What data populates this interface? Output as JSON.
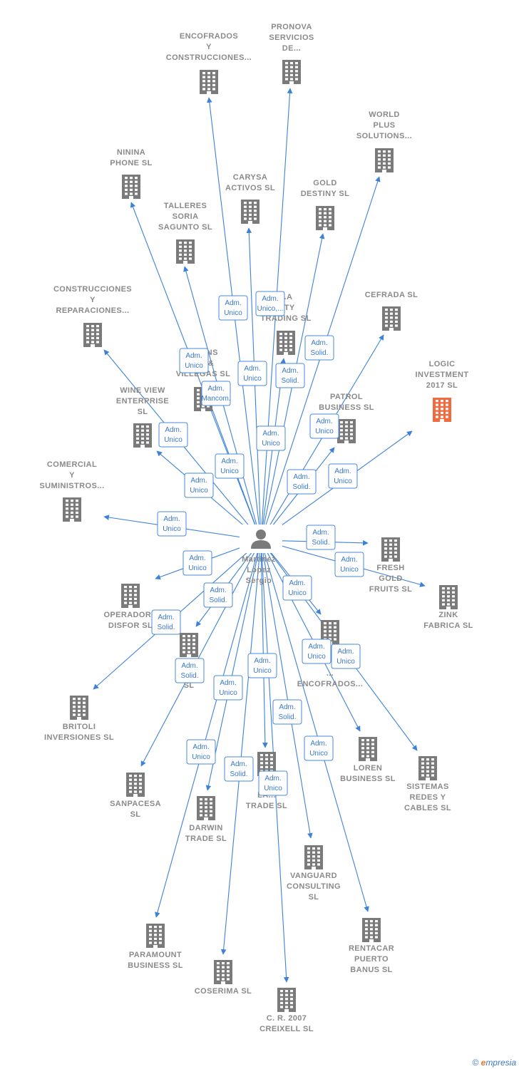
{
  "center": {
    "label_lines": [
      "Martinez",
      "Lopez",
      "Sergio"
    ],
    "icon": "person-icon"
  },
  "colors": {
    "building": "#7a7a7a",
    "highlight": "#f26a3d",
    "edge": "#3d82d8",
    "label": "#8a8a8a"
  },
  "nodes": [
    {
      "id": "encofrados_y",
      "lines": [
        "ENCOFRADOS",
        "Y",
        "CONSTRUCCIONES..."
      ],
      "highlight": false
    },
    {
      "id": "pronova",
      "lines": [
        "PRONOVA",
        "SERVICIOS",
        "DE..."
      ],
      "highlight": false
    },
    {
      "id": "world_plus",
      "lines": [
        "WORLD",
        "PLUS",
        "SOLUTIONS..."
      ],
      "highlight": false
    },
    {
      "id": "ninina",
      "lines": [
        "NININA",
        "PHONE  SL"
      ],
      "highlight": false
    },
    {
      "id": "carysa",
      "lines": [
        "CARYSA",
        "ACTIVOS  SL"
      ],
      "highlight": false
    },
    {
      "id": "gold_destiny",
      "lines": [
        "GOLD",
        "DESTINY  SL"
      ],
      "highlight": false
    },
    {
      "id": "talleres",
      "lines": [
        "TALLERES",
        "SORIA",
        "SAGUNTO  SL"
      ],
      "highlight": false
    },
    {
      "id": "construcciones_rep",
      "lines": [
        "CONSTRUCCIONES",
        "Y",
        "REPARACIONES..."
      ],
      "highlight": false
    },
    {
      "id": "cefrada",
      "lines": [
        "CEFRADA SL"
      ],
      "highlight": false
    },
    {
      "id": "quality_trading",
      "lines": [
        "...A",
        "...TY",
        "TRADING SL"
      ],
      "highlight": false
    },
    {
      "id": "logic",
      "lines": [
        "LOGIC",
        "INVESTMENT",
        "2017  SL"
      ],
      "highlight": true
    },
    {
      "id": "villegas",
      "lines": [
        "P...ONS",
        "...C &",
        "VILLEGAS SL"
      ],
      "highlight": false
    },
    {
      "id": "wine_view",
      "lines": [
        "WINE VIEW",
        "ENTERPRISE",
        "SL"
      ],
      "highlight": false
    },
    {
      "id": "patrol",
      "lines": [
        "PATROL",
        "BUSINESS  SL"
      ],
      "highlight": false
    },
    {
      "id": "comercial",
      "lines": [
        "COMERCIAL",
        "Y",
        "SUMINISTROS..."
      ],
      "highlight": false
    },
    {
      "id": "fresh_gold",
      "lines": [
        "FRESH",
        "GOLD",
        "FRUITS  SL"
      ],
      "highlight": false
    },
    {
      "id": "zink",
      "lines": [
        "ZINK",
        "FABRICA SL"
      ],
      "highlight": false
    },
    {
      "id": "operadora",
      "lines": [
        "OPERADORA",
        "DISFOR  SL"
      ],
      "highlight": false
    },
    {
      "id": "so_sl",
      "lines": [
        "S...",
        "SO...S",
        "SL"
      ],
      "highlight": false
    },
    {
      "id": "encofrados_2",
      "lines": [
        "...",
        "ENCOFRADOS..."
      ],
      "highlight": false
    },
    {
      "id": "britoli",
      "lines": [
        "BRITOLI",
        "INVERSIONES SL"
      ],
      "highlight": false
    },
    {
      "id": "loren",
      "lines": [
        "LOREN",
        "BUSINESS  SL"
      ],
      "highlight": false
    },
    {
      "id": "sistemas",
      "lines": [
        "SISTEMAS",
        "REDES Y",
        "CABLES  SL"
      ],
      "highlight": false
    },
    {
      "id": "sanpacesa",
      "lines": [
        "SANPACESA",
        "SL"
      ],
      "highlight": false
    },
    {
      "id": "darwin",
      "lines": [
        "DARWIN",
        "TRADE  SL"
      ],
      "highlight": false
    },
    {
      "id": "la_trade",
      "lines": [
        "LA...",
        "TRADE  SL"
      ],
      "highlight": false
    },
    {
      "id": "vanguard",
      "lines": [
        "VANGUARD",
        "CONSULTING",
        "SL"
      ],
      "highlight": false
    },
    {
      "id": "paramount",
      "lines": [
        "PARAMOUNT",
        "BUSINESS SL"
      ],
      "highlight": false
    },
    {
      "id": "rentacar",
      "lines": [
        "RENTACAR",
        "PUERTO",
        "BANUS SL"
      ],
      "highlight": false
    },
    {
      "id": "coserima",
      "lines": [
        "COSERIMA  SL"
      ],
      "highlight": false
    },
    {
      "id": "creixell",
      "lines": [
        "C. R. 2007",
        "CREIXELL SL"
      ],
      "highlight": false
    }
  ],
  "edge_labels": [
    [
      "Adm.",
      "Unico"
    ],
    [
      "Adm.",
      "Unico,..."
    ],
    [
      "Adm.",
      "Solid."
    ],
    [
      "Adm.",
      "Unico"
    ],
    [
      "Adm.",
      "Unico"
    ],
    [
      "Adm.",
      "Solid."
    ],
    [
      "Adm.",
      "Mancom."
    ],
    [
      "Adm.",
      "Unico"
    ],
    [
      "Adm.",
      "Unico"
    ],
    [
      "Adm.",
      "Unico"
    ],
    [
      "Adm.",
      "Unico"
    ],
    [
      "Adm.",
      "Unico"
    ],
    [
      "Adm.",
      "Solid."
    ],
    [
      "Adm.",
      "Unico"
    ],
    [
      "Adm.",
      "Unico"
    ],
    [
      "Adm.",
      "Solid."
    ],
    [
      "Adm.",
      "Unico"
    ],
    [
      "Adm.",
      "Unico"
    ],
    [
      "Adm.",
      "Solid."
    ],
    [
      "Adm.",
      "Unico"
    ],
    [
      "Adm.",
      "Solid."
    ],
    [
      "Adm.",
      "Solid."
    ],
    [
      "Adm.",
      "Unico"
    ],
    [
      "Adm.",
      "Unico"
    ],
    [
      "Adm.",
      "Unico"
    ],
    [
      "Adm.",
      "Unico"
    ],
    [
      "Adm.",
      "Solid."
    ],
    [
      "Adm.",
      "Unico"
    ],
    [
      "Adm.",
      "Unico"
    ],
    [
      "Adm.",
      "Solid."
    ],
    [
      "Adm.",
      "Unico"
    ]
  ],
  "footer": {
    "copyright": "©",
    "brand_first": "e",
    "brand_rest": "mpresia"
  }
}
